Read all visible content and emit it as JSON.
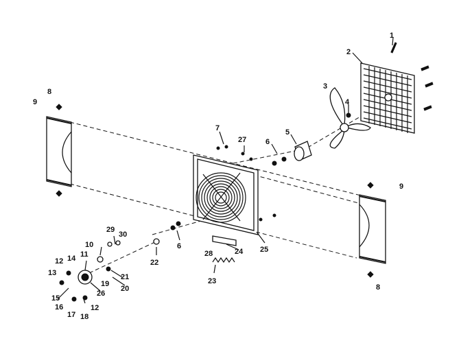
{
  "diagram": {
    "callouts": [
      {
        "id": "c1",
        "text": "1"
      },
      {
        "id": "c2",
        "text": "2"
      },
      {
        "id": "c3",
        "text": "3"
      },
      {
        "id": "c4",
        "text": "4"
      },
      {
        "id": "c5",
        "text": "5"
      },
      {
        "id": "c6a",
        "text": "6"
      },
      {
        "id": "c6b",
        "text": "6"
      },
      {
        "id": "c7",
        "text": "7"
      },
      {
        "id": "c8a",
        "text": "8"
      },
      {
        "id": "c8b",
        "text": "8"
      },
      {
        "id": "c9a",
        "text": "9"
      },
      {
        "id": "c9b",
        "text": "9"
      },
      {
        "id": "c10",
        "text": "10"
      },
      {
        "id": "c11",
        "text": "11"
      },
      {
        "id": "c12a",
        "text": "12"
      },
      {
        "id": "c12b",
        "text": "12"
      },
      {
        "id": "c13",
        "text": "13"
      },
      {
        "id": "c14",
        "text": "14"
      },
      {
        "id": "c15",
        "text": "15"
      },
      {
        "id": "c16",
        "text": "16"
      },
      {
        "id": "c17",
        "text": "17"
      },
      {
        "id": "c18",
        "text": "18"
      },
      {
        "id": "c19",
        "text": "19"
      },
      {
        "id": "c20",
        "text": "20"
      },
      {
        "id": "c21",
        "text": "21"
      },
      {
        "id": "c22",
        "text": "22"
      },
      {
        "id": "c23",
        "text": "23"
      },
      {
        "id": "c24",
        "text": "24"
      },
      {
        "id": "c25",
        "text": "25"
      },
      {
        "id": "c26",
        "text": "26"
      },
      {
        "id": "c27",
        "text": "27"
      },
      {
        "id": "c28",
        "text": "28"
      },
      {
        "id": "c29",
        "text": "29"
      },
      {
        "id": "c30",
        "text": "30"
      }
    ]
  }
}
